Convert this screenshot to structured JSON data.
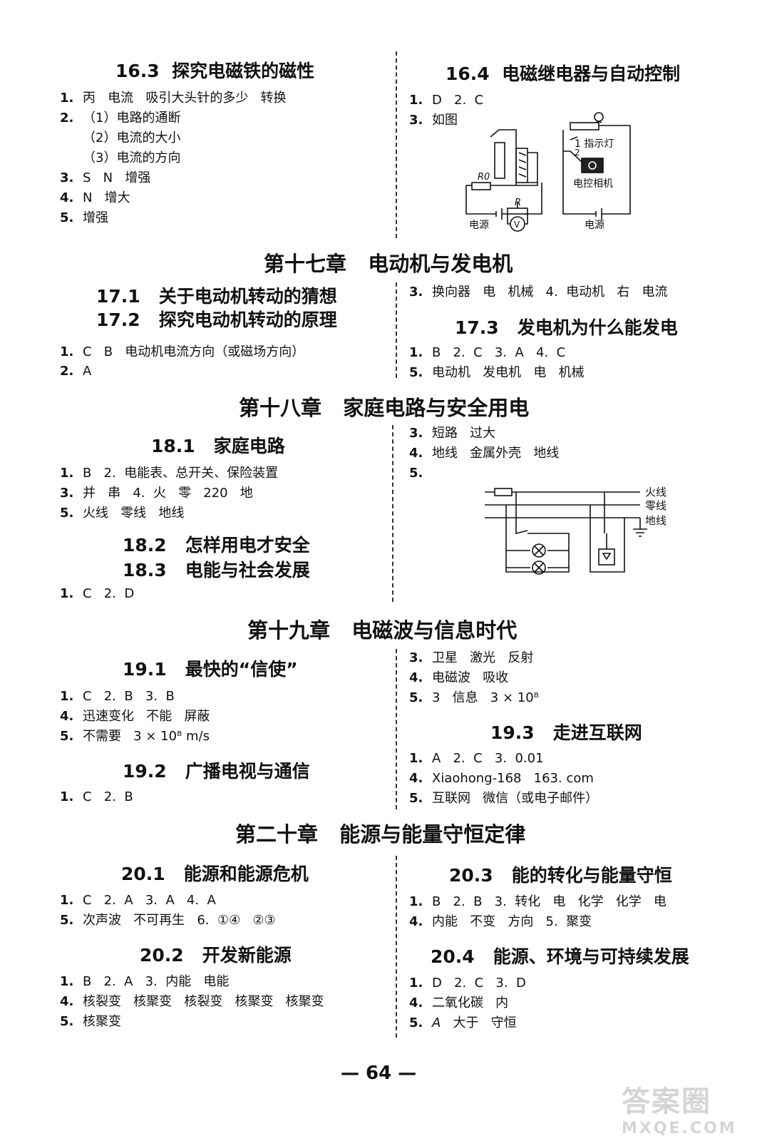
{
  "page_number": "— 64 —",
  "watermark": {
    "line1": "答案圈",
    "line2": "MXQE.COM"
  },
  "s16_3": {
    "title": "16.3  探究电磁铁的磁性",
    "l1": "丙   电流   吸引大头针的多少   转换",
    "l2": "（1）电路的通断",
    "l3": "（2）电流的大小",
    "l4": "（3）电流的方向",
    "l5": "S   N   增强",
    "l6": "N   增大",
    "l7": "增强"
  },
  "s16_4": {
    "title": "16.4  电磁继电器与自动控制",
    "l1": "D   2.  C",
    "l2": "如图",
    "fig": {
      "lamp": "1 指示灯",
      "camera": "电控相机",
      "source1": "电源",
      "source2": "电源",
      "r0": "R0",
      "r": "R",
      "v": "V",
      "num2": "2"
    }
  },
  "ch17": {
    "title": "第十七章   电动机与发电机",
    "s1": "17.1   关于电动机转动的猜想",
    "s2": "17.2   探究电动机转动的原理",
    "l1": "C   B   电动机电流方向（或磁场方向）",
    "l2": "A",
    "r1": "换向器   电   机械   4.  电动机   右   电流",
    "s3": "17.3   发电机为什么能发电",
    "r2": "B   2.  C   3.  A   4.  C",
    "r3": "电动机   发电机   电   机械"
  },
  "ch18": {
    "title": "第十八章   家庭电路与安全用电",
    "s1": "18.1   家庭电路",
    "l1": "B   2.  电能表、总开关、保险装置",
    "l2": "并   串   4.  火   零   220   地",
    "l3": "火线   零线   地线",
    "s2": "18.2   怎样用电才安全",
    "s3": "18.3   电能与社会发展",
    "l4": "C   2.  D",
    "r1": "短路   过大",
    "r2": "地线   金属外壳   地线",
    "r3": "",
    "fig": {
      "live": "火线",
      "neutral": "零线",
      "ground": "地线"
    }
  },
  "ch19": {
    "title": "第十九章   电磁波与信息时代",
    "s1": "19.1   最快的“信使”",
    "l1": "C   2.  B   3.  B",
    "l2": "迅速变化   不能   屏蔽",
    "l3": "不需要   3 × 10⁸ m/s",
    "s2": "19.2   广播电视与通信",
    "l4": "C   2.  B",
    "r1": "卫星   激光   反射",
    "r2": "电磁波   吸收",
    "r3": "3   信息   3 × 10⁸",
    "s3": "19.3   走进互联网",
    "r4": "A   2.  C   3.  0.01",
    "r5": "Xiaohong-168   163. com",
    "r6": "互联网   微信（或电子邮件）"
  },
  "ch20": {
    "title": "第二十章   能源与能量守恒定律",
    "s1": "20.1   能源和能源危机",
    "l1": "C   2.  A   3.  A   4.  A",
    "l2": "次声波   不可再生   6.  ①④   ②③",
    "s2": "20.2   开发新能源",
    "l3": "B   2.  A   3.  内能   电能",
    "l4": "核裂变   核聚变   核裂变   核聚变   核聚变",
    "l5": "核聚变",
    "s3": "20.3   能的转化与能量守恒",
    "r1": "B   2.  B   3.  转化   电   化学   化学   电",
    "r2": "内能   不变   方向   5.  聚变",
    "s4": "20.4   能源、环境与可持续发展",
    "r3": "D   2.  C   3.  D",
    "r4": "二氧化碳   内",
    "r5": "大于   守恒",
    "r5a": "A"
  },
  "nums": {
    "n1": "1.",
    "n2": "2.",
    "n3": "3.",
    "n4": "4.",
    "n5": "5."
  }
}
